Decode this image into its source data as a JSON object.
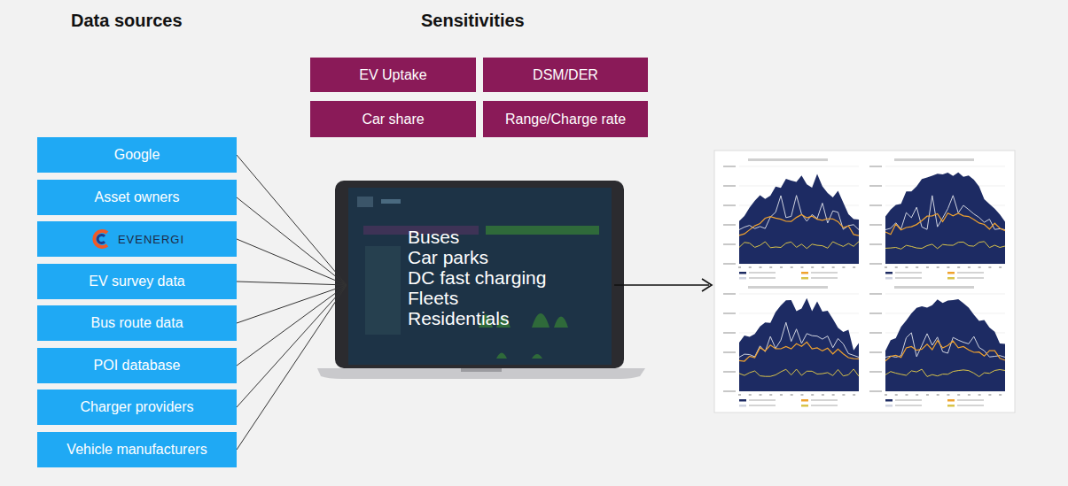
{
  "diagram": {
    "nodes": [
      {
        "text": [
          "Google"
        ]
      },
      {
        "text": [
          "Asset owners"
        ]
      },
      {
        "text": [
          "EVENERGI"
        ]
      },
      {
        "text": [
          "EV survey data"
        ]
      },
      {
        "text": [
          "Bus route data"
        ]
      },
      {
        "text": [
          "POI database"
        ]
      },
      {
        "text": [
          "Charger providers"
        ]
      },
      {
        "text": [
          "Vehicle manufacturers"
        ]
      },
      {
        "text": [
          "EV Uptake"
        ]
      },
      {
        "text": [
          "DSM/DER"
        ]
      },
      {
        "text": [
          "Car share"
        ]
      },
      {
        "text": [
          "Range/Charge rate"
        ]
      },
      {
        "text": [
          "Buses",
          "Car parks",
          "DC fast charging",
          "Fleets",
          "Residentials"
        ]
      }
    ],
    "edges": [
      {
        "from": 0,
        "to": 12,
        "arrow": "none"
      },
      {
        "from": 1,
        "to": 12,
        "arrow": "none"
      },
      {
        "from": 2,
        "to": 12,
        "arrow": "none"
      },
      {
        "from": 3,
        "to": 12,
        "arrow": "none"
      },
      {
        "from": 4,
        "to": 12,
        "arrow": "none"
      },
      {
        "from": 5,
        "to": 12,
        "arrow": "none"
      },
      {
        "from": 6,
        "to": 12,
        "arrow": "none"
      },
      {
        "from": 7,
        "to": 12,
        "arrow": "none"
      }
    ],
    "labels": [
      "Data sources",
      "Sensitivities"
    ]
  }
}
